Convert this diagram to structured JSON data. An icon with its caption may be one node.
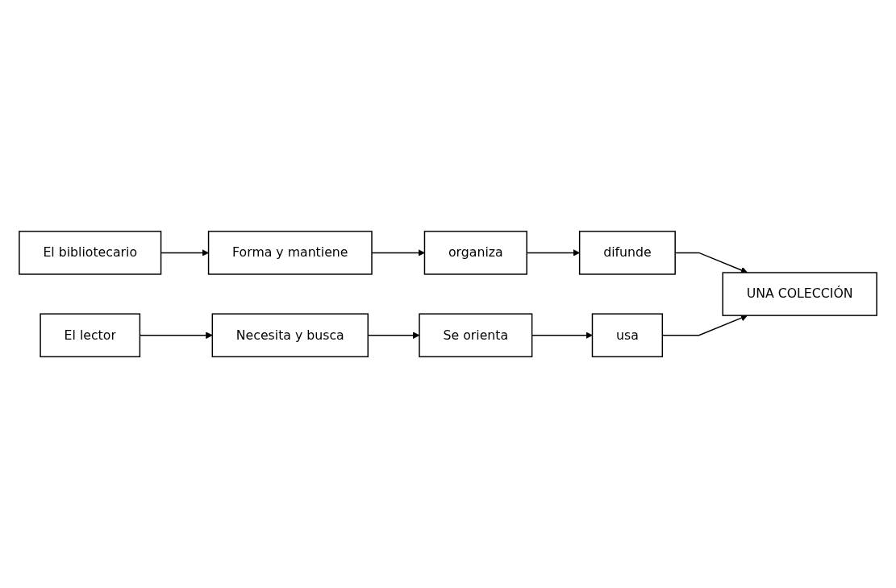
{
  "diagram": {
    "nodes": [
      {
        "text": [
          "El bibliotecario"
        ]
      },
      {
        "text": [
          "Forma y mantiene"
        ]
      },
      {
        "text": [
          "organiza"
        ]
      },
      {
        "text": [
          "difunde"
        ]
      },
      {
        "text": [
          "UNA COLECCIÓN"
        ]
      },
      {
        "text": [
          "Necesita y busca"
        ]
      },
      {
        "text": [
          "Se orienta"
        ]
      },
      {
        "text": [
          "usa"
        ]
      },
      {
        "text": [
          "El lector"
        ]
      }
    ],
    "edges": [
      {
        "from": 0,
        "to": 1,
        "arrow": "to"
      },
      {
        "from": 1,
        "to": 2,
        "arrow": "to"
      },
      {
        "from": 2,
        "to": 3,
        "arrow": "to"
      },
      {
        "from": 3,
        "to": 4,
        "arrow": "to"
      },
      {
        "from": 7,
        "to": 4,
        "arrow": "to"
      },
      {
        "from": 5,
        "to": 6,
        "arrow": "to"
      },
      {
        "from": 6,
        "to": 7,
        "arrow": "to"
      },
      {
        "from": 8,
        "to": 5,
        "arrow": "to"
      }
    ]
  }
}
